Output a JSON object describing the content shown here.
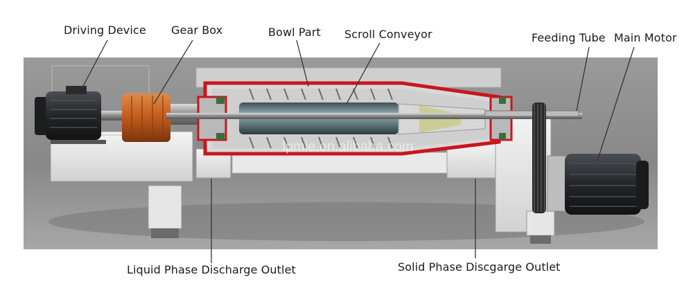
{
  "labels": {
    "driving_device": "Driving Device",
    "gear_box": "Gear Box",
    "bowl_part": "Bowl Part",
    "scroll_conveyor": "Scroll Conveyor",
    "feeding_tube": "Feeding Tube",
    "main_motor": "Main Motor",
    "liquid_outlet": "Liquid Phase Discharge Outlet",
    "solid_outlet": "Solid Phase Discgarge Outlet"
  },
  "watermark": "lpmie.en.alibaba.com",
  "colors": {
    "background_panel": "#8c8c8c",
    "bowl_red": "#c8161d",
    "gear_copper": "#c8621f",
    "motor_dark": "#2b2d30",
    "leader_line": "#333333"
  }
}
